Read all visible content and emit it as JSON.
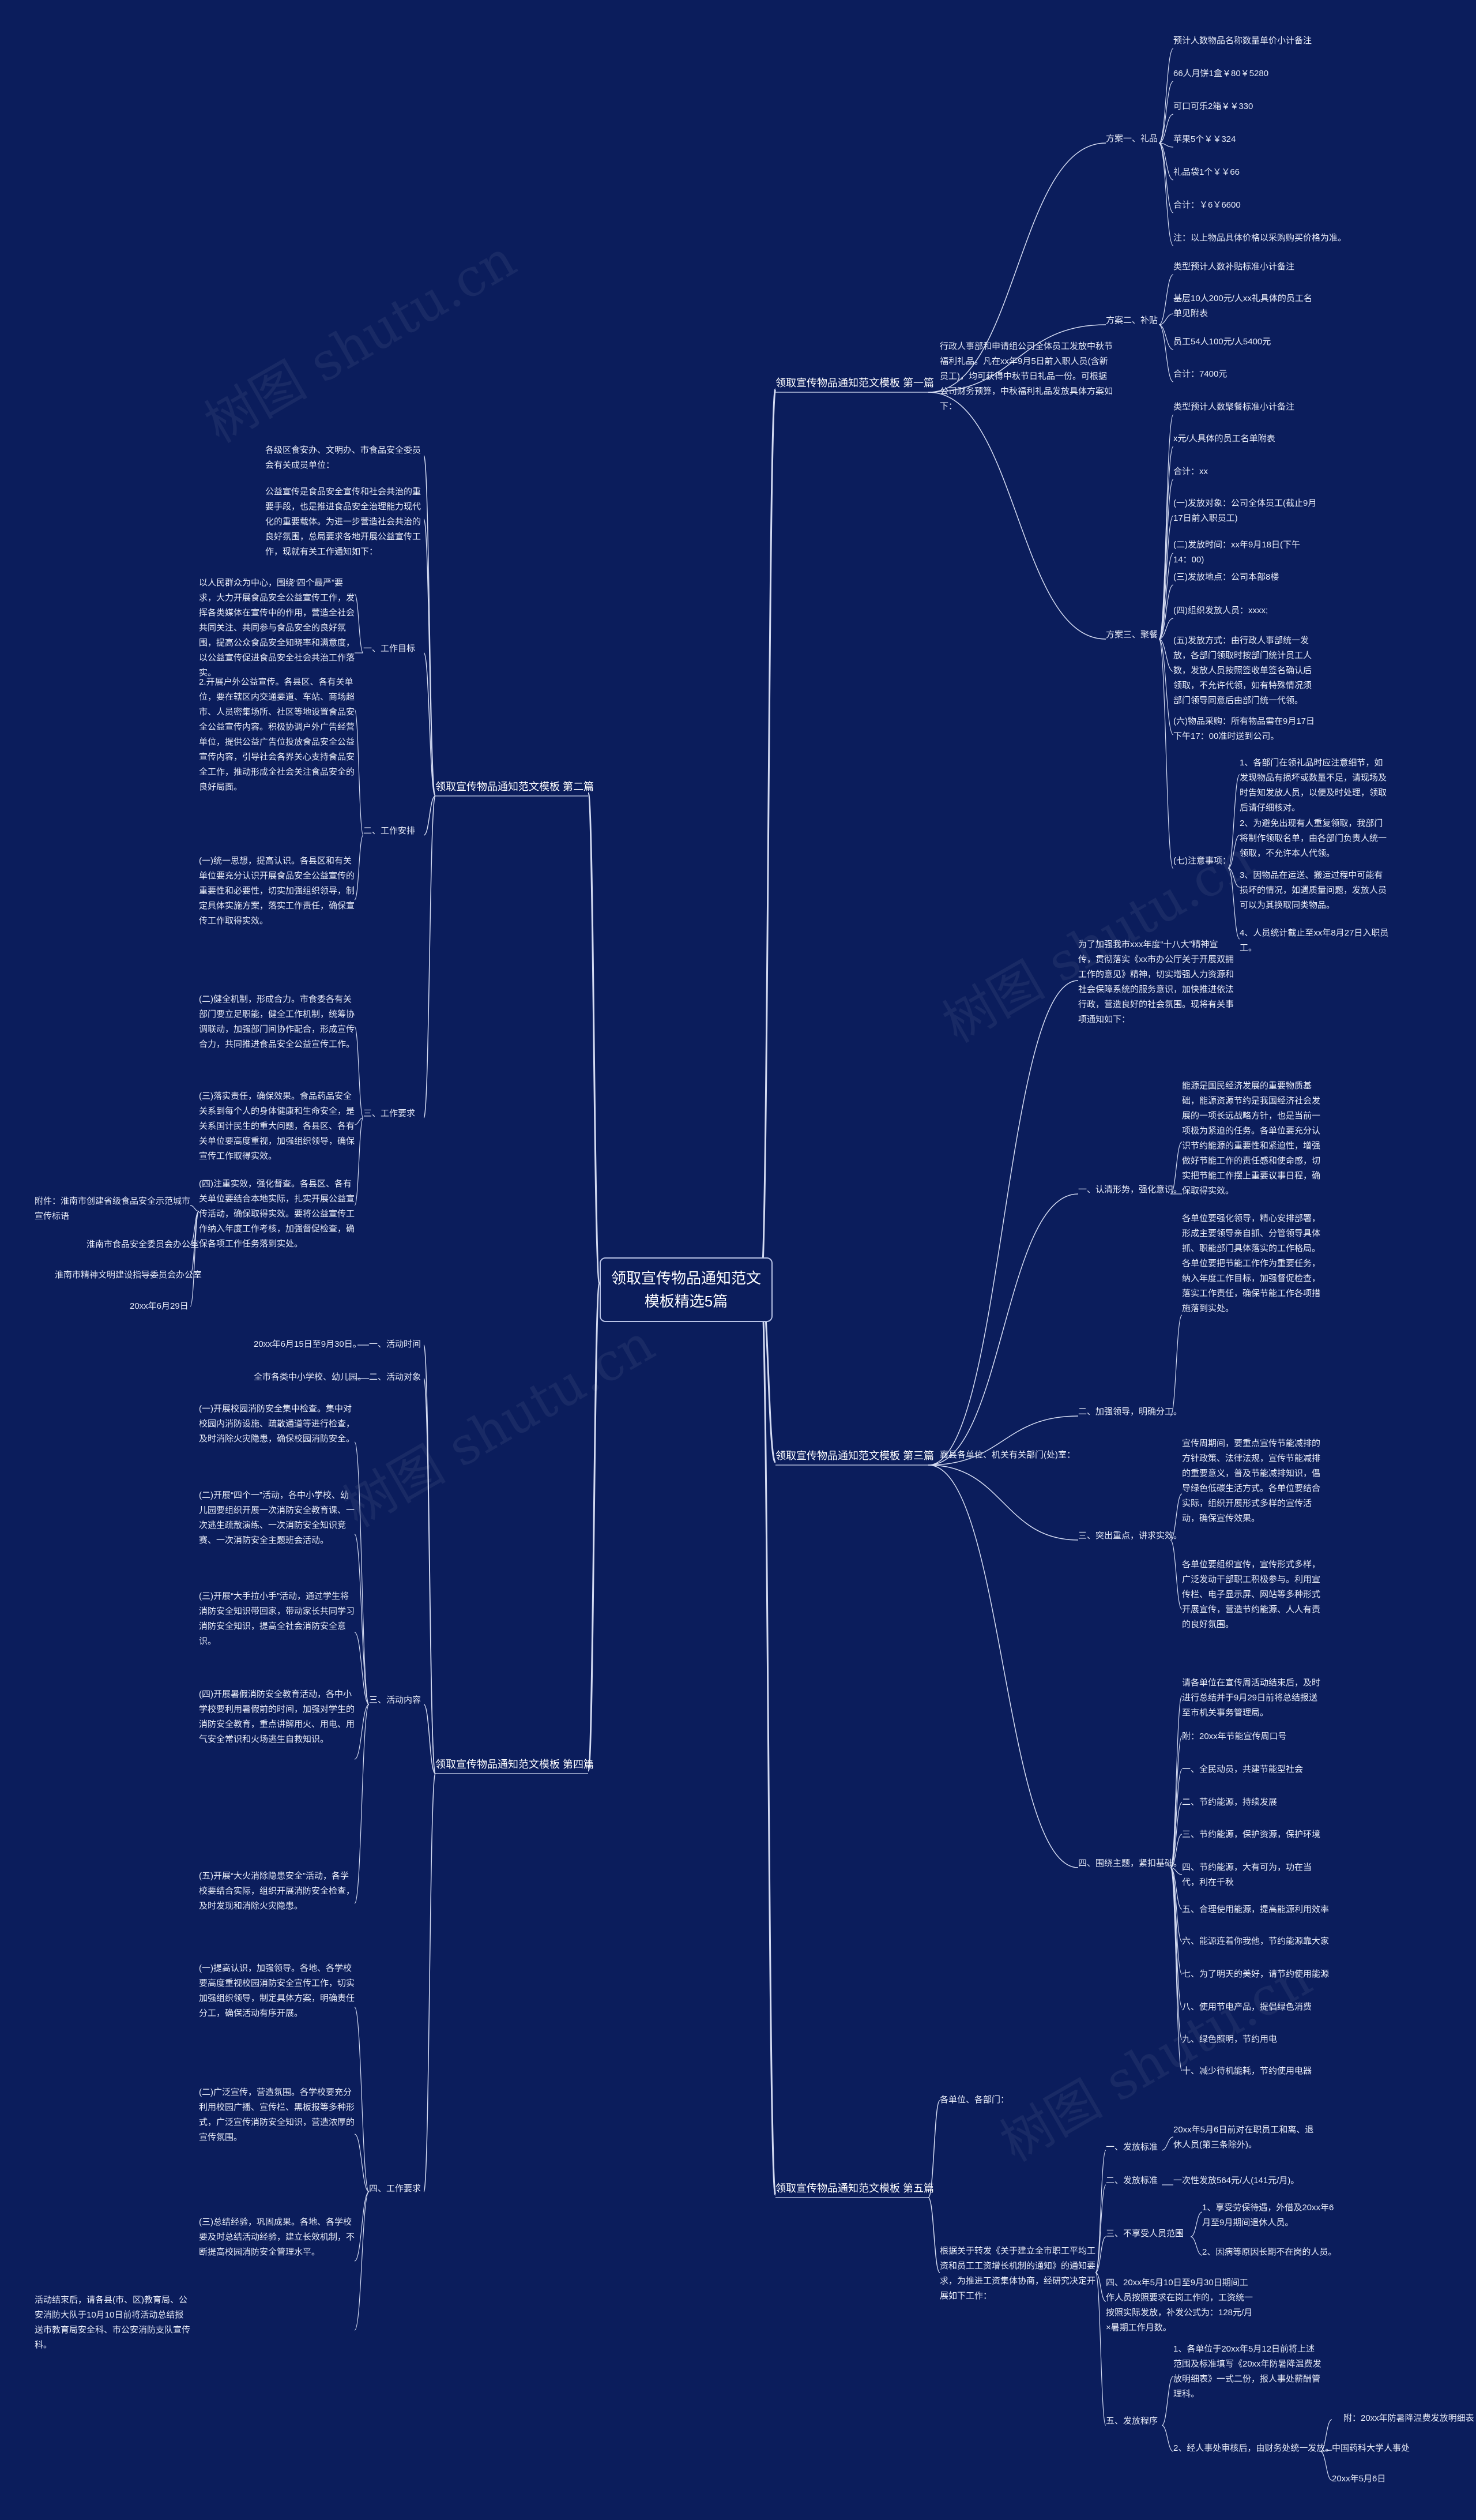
{
  "watermark": "树图 shutu.cn",
  "center": "领取宣传物品通知范文模板精选5篇",
  "branches": {
    "b1": "领取宣传物品通知范文模板 第一篇",
    "b2": "领取宣传物品通知范文模板 第二篇",
    "b3": "领取宣传物品通知范文模板 第三篇",
    "b4": "领取宣传物品通知范文模板 第四篇",
    "b5": "领取宣传物品通知范文模板 第五篇"
  },
  "b1": {
    "intro": "行政人事部和申请组公司全体员工发放中秋节福利礼品。凡在xx年9月5日前入职人员(含新员工)，均可获得中秋节日礼品一份。可根据公司财务预算，中秋福利礼品发放具体方案如下：",
    "plan1": {
      "label": "方案一、礼品",
      "items": [
        "预计人数物品名称数量单价小计备注",
        "66人月饼1盒￥80￥5280",
        "可口可乐2箱￥￥330",
        "苹果5个￥￥324",
        "礼品袋1个￥￥66",
        "合计：￥6￥6600",
        "注：以上物品具体价格以采购购买价格为准。"
      ]
    },
    "plan2": {
      "label": "方案二、补贴",
      "items": [
        "类型预计人数补贴标准小计备注",
        "基层10人200元/人xx礼具体的员工名单见附表",
        "员工54人100元/人5400元",
        "合计：7400元"
      ]
    },
    "plan3": {
      "label": "方案三、聚餐",
      "items": [
        "类型预计人数聚餐标准小计备注",
        "x元/人具体的员工名单附表",
        "合计：xx",
        "(一)发放对象：公司全体员工(截止9月17日前入职员工)",
        "(二)发放时间：xx年9月18日(下午14：00)",
        "(三)发放地点：公司本部8楼",
        "(四)组织发放人员：xxxx;",
        "(五)发放方式：由行政人事部统一发放，各部门领取时按部门统计员工人数，发放人员按照签收单签名确认后领取，不允许代领，如有特殊情况须部门领导同意后由部门统一代领。",
        "(六)物品采购：所有物品需在9月17日下午17：00准时送到公司。"
      ],
      "notes_label": "(七)注意事项：",
      "notes": [
        "1、各部门在领礼品时应注意细节，如发现物品有损坏或数量不足，请现场及时告知发放人员，以便及时处理，领取后请仔细核对。",
        "2、为避免出现有人重复领取，我部门将制作领取名单，由各部门负责人统一领取，不允许本人代领。",
        "3、因物品在运送、搬运过程中可能有损坏的情况，如遇质量问题，发放人员可以为其换取同类物品。",
        "4、人员统计截止至xx年8月27日入职员工。"
      ]
    }
  },
  "b2": {
    "p1": "各级区食安办、文明办、市食品安全委员会有关成员单位：",
    "p2": "公益宣传是食品安全宣传和社会共治的重要手段，也是推进食品安全治理能力现代化的重要载体。为进一步营造社会共治的良好氛围，总局要求各地开展公益宣传工作，现就有关工作通知如下：",
    "s1_label": "一、工作目标",
    "s1_text": "以人民群众为中心，围绕“四个最严”要求，大力开展食品安全公益宣传工作，发挥各类媒体在宣传中的作用，营造全社会共同关注、共同参与食品安全的良好氛围，提高公众食品安全知晓率和满意度，以公益宣传促进食品安全社会共治工作落实。",
    "s2_label": "二、工作安排",
    "s2_text": "2.开展户外公益宣传。各县区、各有关单位，要在辖区内交通要道、车站、商场超市、人员密集场所、社区等地设置食品安全公益宣传内容。积极协调户外广告经营单位，提供公益广告位投放食品安全公益宣传内容，引导社会各界关心支持食品安全工作，推动形成全社会关注食品安全的良好局面。",
    "s2b_text": "(一)统一思想，提高认识。各县区和有关单位要充分认识开展食品安全公益宣传的重要性和必要性，切实加强组织领导，制定具体实施方案，落实工作责任，确保宣传工作取得实效。",
    "s3_label": "三、工作要求",
    "s3_items": [
      "(二)健全机制，形成合力。市食委各有关部门要立足职能，健全工作机制，统筹协调联动，加强部门间协作配合，形成宣传合力，共同推进食品安全公益宣传工作。",
      "(三)落实责任，确保效果。食品药品安全关系到每个人的身体健康和生命安全，是关系国计民生的重大问题，各县区、各有关单位要高度重视，加强组织领导，确保宣传工作取得实效。",
      "(四)注重实效，强化督查。各县区、各有关单位要结合本地实际，扎实开展公益宣传活动，确保取得实效。要将公益宣传工作纳入年度工作考核，加强督促检查，确保各项工作任务落到实处。"
    ],
    "attach": "附件：淮南市创建省级食品安全示范城市宣传标语",
    "org1": "淮南市食品安全委员会办公室",
    "org2": "淮南市精神文明建设指导委员会办公室",
    "date": "20xx年6月29日"
  },
  "b3": {
    "intro": "为了加强我市xxx年度“十八大”精神宣传，贯彻落实《xx市办公厅关于开展双拥工作的意见》精神，切实增强人力资源和社会保障系统的服务意识，加快推进依法行政，营造良好的社会氛围。现将有关事项通知如下：",
    "recipients": "襄县各单位、机关有关部门(处)室：",
    "s1_label": "一、认清形势，强化意识。",
    "s1_text": "能源是国民经济发展的重要物质基础，能源资源节约是我国经济社会发展的一项长远战略方针，也是当前一项极为紧迫的任务。各单位要充分认识节约能源的重要性和紧迫性，增强做好节能工作的责任感和使命感，切实把节能工作摆上重要议事日程，确保取得实效。",
    "s2_label": "二、加强领导，明确分工。",
    "s2_text": "各单位要强化领导，精心安排部署，形成主要领导亲自抓、分管领导具体抓、职能部门具体落实的工作格局。各单位要把节能工作作为重要任务，纳入年度工作目标，加强督促检查，落实工作责任，确保节能工作各项措施落到实处。",
    "s3_label": "三、突出重点，讲求实效。",
    "s3_text": "宣传周期间，要重点宣传节能减排的方针政策、法律法规，宣传节能减排的重要意义，普及节能减排知识，倡导绿色低碳生活方式。各单位要结合实际，组织开展形式多样的宣传活动，确保宣传效果。",
    "s3_text2": "各单位要组织宣传，宣传形式多样，广泛发动干部职工积极参与。利用宣传栏、电子显示屏、网站等多种形式开展宣传，营造节约能源、人人有责的良好氛围。",
    "s4_label": "四、围绕主题，紧扣基础。",
    "s4_intro": "请各单位在宣传周活动结束后，及时进行总结并于9月29日前将总结报送至市机关事务管理局。",
    "theme_label": "附：20xx年节能宣传周口号",
    "slogans": [
      "一、全民动员，共建节能型社会",
      "二、节约能源，持续发展",
      "三、节约能源，保护资源，保护环境",
      "四、节约能源，大有可为，功在当代，利在千秋",
      "五、合理使用能源，提高能源利用效率",
      "六、能源连着你我他，节约能源靠大家",
      "七、为了明天的美好，请节约使用能源",
      "八、使用节电产品，提倡绿色消费",
      "九、绿色照明，节约用电",
      "十、减少待机能耗，节约使用电器"
    ]
  },
  "b4": {
    "time_label": "一、活动时间",
    "time_text": "20xx年6月15日至9月30日。",
    "target_label": "二、活动对象",
    "target_text": "全市各类中小学校、幼儿园。",
    "content_label": "三、活动内容",
    "content_items": [
      "(一)开展校园消防安全集中检查。集中对校园内消防设施、疏散通道等进行检查，及时消除火灾隐患，确保校园消防安全。",
      "(二)开展“四个一”活动，各中小学校、幼儿园要组织开展一次消防安全教育课、一次逃生疏散演练、一次消防安全知识竞赛、一次消防安全主题班会活动。",
      "(三)开展“大手拉小手”活动，通过学生将消防安全知识带回家，带动家长共同学习消防安全知识，提高全社会消防安全意识。",
      "(四)开展暑假消防安全教育活动，各中小学校要利用暑假前的时间，加强对学生的消防安全教育，重点讲解用火、用电、用气安全常识和火场逃生自救知识。",
      "(五)开展“大火消除隐患安全”活动，各学校要结合实际，组织开展消防安全检查，及时发现和消除火灾隐患。"
    ],
    "work_label": "四、工作要求",
    "work_items": [
      "(一)提高认识，加强领导。各地、各学校要高度重视校园消防安全宣传工作，切实加强组织领导，制定具体方案，明确责任分工，确保活动有序开展。",
      "(二)广泛宣传，营造氛围。各学校要充分利用校园广播、宣传栏、黑板报等多种形式，广泛宣传消防安全知识，营造浓厚的宣传氛围。",
      "(三)总结经验，巩固成果。各地、各学校要及时总结活动经验，建立长效机制，不断提高校园消防安全管理水平。"
    ],
    "footer": "活动结束后，请各县(市、区)教育局、公安消防大队于10月10日前将活动总结报送市教育局安全科、市公安消防支队宣传科。"
  },
  "b5": {
    "recipients": "各单位、各部门：",
    "intro": "根据关于转发《关于建立全市职工平均工资和员工工资增长机制的通知》的通知要求，为推进工资集体协商，经研究决定开展如下工作：",
    "s1_label": "一、发放标准",
    "s1_text": "20xx年5月6日前对在职员工和离、退休人员(第三条除外)。",
    "s2_label": "二、发放标准",
    "s2_text": "一次性发放564元/人(141元/月)。",
    "s3_label": "三、不享受人员范围",
    "s3_items": [
      "1、享受劳保待遇，外借及20xx年6月至9月期间退休人员。",
      "2、因病等原因长期不在岗的人员。"
    ],
    "s4_text": "四、20xx年5月10日至9月30日期间工作人员按照要求在岗工作的，工资统一按照实际发放，补发公式为：128元/月×暑期工作月数。",
    "s5_label": "五、发放程序",
    "s5_items": [
      "1、各单位于20xx年5月12日前将上述范围及标准填写《20xx年防暑降温费发放明细表》一式二份，报人事处薪酬管理科。",
      "2、经人事处审核后，由财务处统一发放。"
    ],
    "attach_label": "附：20xx年防暑降温费发放明细表",
    "org": "中国药科大学人事处",
    "date": "20xx年5月6日"
  }
}
